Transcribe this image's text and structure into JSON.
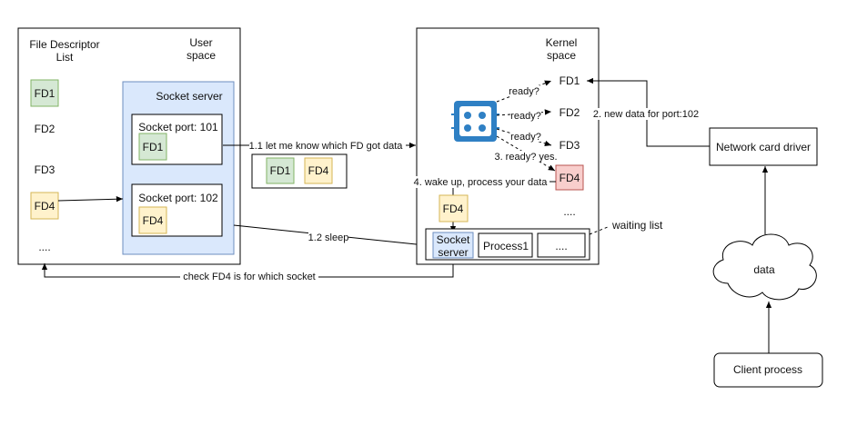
{
  "user_space": {
    "fd_list_title_line1": "File Descriptor",
    "fd_list_title_line2": "List",
    "title_line1": "User",
    "title_line2": "space",
    "fd_items": [
      "FD1",
      "FD2",
      "FD3",
      "FD4",
      "...."
    ],
    "socket_server_title": "Socket server",
    "socket_101_label": "Socket port: 101",
    "socket_101_fd": "FD1",
    "socket_102_label": "Socket port: 102",
    "socket_102_fd": "FD4"
  },
  "middle_box": {
    "fd_a": "FD1",
    "fd_b": "FD4"
  },
  "kernel_space": {
    "title_line1": "Kernel",
    "title_line2": "space",
    "fd_items": [
      "FD1",
      "FD2",
      "FD3",
      "FD4"
    ],
    "fd_dots": "....",
    "fd4_moving": "FD4",
    "waiting_list": {
      "socket_server_line1": "Socket",
      "socket_server_line2": "server",
      "process1": "Process1",
      "more": "...."
    },
    "waiting_list_label": "waiting list"
  },
  "edges": {
    "let_me_know": "1.1 let me know which FD got data",
    "sleep": "1.2 sleep",
    "new_data": "2. new data for port:102",
    "ready_1": "ready?",
    "ready_2": "ready?",
    "ready_3": "ready?",
    "ready_yes": "3. ready? yes.",
    "wake_up": "4. wake up, process your data",
    "check_fd4": "check FD4 is for which socket"
  },
  "network_card_driver": "Network card driver",
  "data_cloud": "data",
  "client_process": "Client process",
  "colors": {
    "green_fill": "#d5e8d4",
    "green_stroke": "#82b366",
    "yellow_fill": "#fff2cc",
    "yellow_stroke": "#d6b656",
    "blue_fill": "#dae8fc",
    "blue_stroke": "#6c8ebf",
    "red_fill": "#f8cecc",
    "red_stroke": "#b85450",
    "epoll_icon": "#2f80c4"
  },
  "icons": {
    "epoll": "epoll-icon"
  }
}
